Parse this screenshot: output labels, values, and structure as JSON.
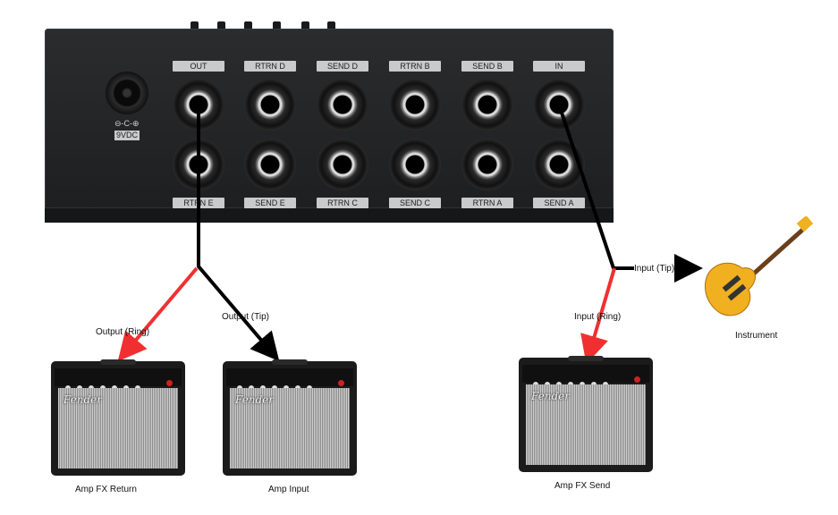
{
  "unit": {
    "top_labels": [
      "OUT",
      "RTRN D",
      "SEND D",
      "RTRN B",
      "SEND B",
      "IN"
    ],
    "bottom_labels": [
      "RTRN E",
      "SEND E",
      "RTRN C",
      "SEND C",
      "RTRN A",
      "SEND A"
    ],
    "power_label": "9VDC",
    "power_symbol": "⊖-C-⊕"
  },
  "connections": {
    "output_ring": "Output (Ring)",
    "output_tip": "Output (Tip)",
    "input_ring": "Input (Ring)",
    "input_tip": "Input (Tip)"
  },
  "devices": {
    "amp1": "Amp FX Return",
    "amp2": "Amp Input",
    "amp3": "Amp FX Send",
    "instrument": "Instrument",
    "amp_logo": "Fender"
  },
  "colors": {
    "ring_wire": "#f03030",
    "tip_wire": "#000000",
    "guitar_body": "#f0b020"
  }
}
